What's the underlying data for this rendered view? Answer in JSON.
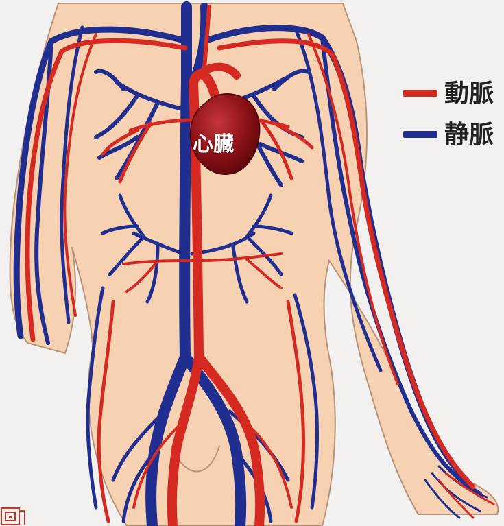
{
  "heart": {
    "label": "心臓"
  },
  "legend": {
    "artery": {
      "label": "動脈",
      "color": "#d42a22"
    },
    "vein": {
      "label": "静脈",
      "color": "#1f2e8f"
    }
  },
  "colors": {
    "skin": "#f6d2b3",
    "outline": "#b99379",
    "background": "#f3f1ef",
    "heart": "#8b1117"
  }
}
